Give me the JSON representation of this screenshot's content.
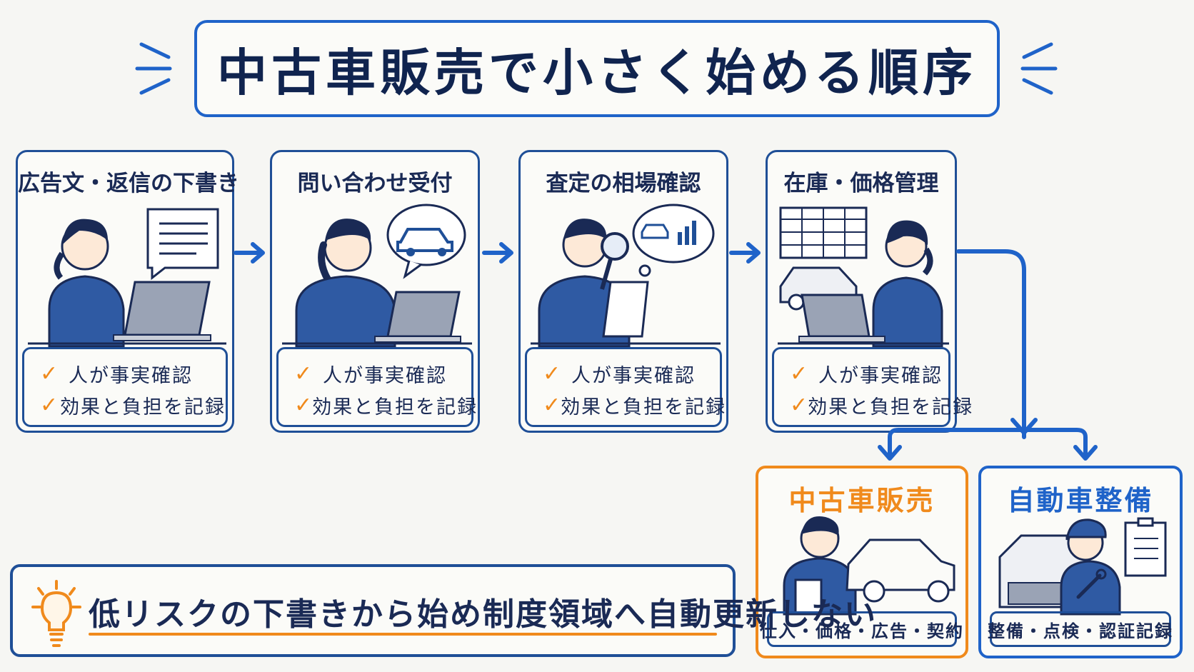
{
  "title": "中古車販売で小さく始める順序",
  "steps": [
    {
      "title": "広告文・返信の下書き",
      "check1": "人が事実確認",
      "check2": "効果と負担を記録"
    },
    {
      "title": "問い合わせ受付",
      "check1": "人が事実確認",
      "check2": "効果と負担を記録"
    },
    {
      "title": "査定の相場確認",
      "check1": "人が事実確認",
      "check2": "効果と負担を記録"
    },
    {
      "title": "在庫・価格管理",
      "check1": "人が事実確認",
      "check2": "効果と負担を記録"
    }
  ],
  "check_mark": "✓",
  "destinations": [
    {
      "title": "中古車販売",
      "tag": "仕入・価格・広告・契約"
    },
    {
      "title": "自動車整備",
      "tag": "整備・点検・認証記録"
    }
  ],
  "note": {
    "text": "低リスクの下書きから始め制度領域へ自動更新しない"
  },
  "colors": {
    "primary_blue": "#1f63c9",
    "navy": "#1a2a55",
    "orange": "#f08a1c",
    "uniform": "#2f5aa3"
  },
  "icons": [
    "document-icon",
    "car-icon",
    "magnifier-icon",
    "chart-icon",
    "spreadsheet-icon",
    "laptop-icon",
    "phone-icon",
    "clipboard-icon",
    "wrench-icon",
    "lightbulb-icon",
    "arrow-right-icon"
  ]
}
